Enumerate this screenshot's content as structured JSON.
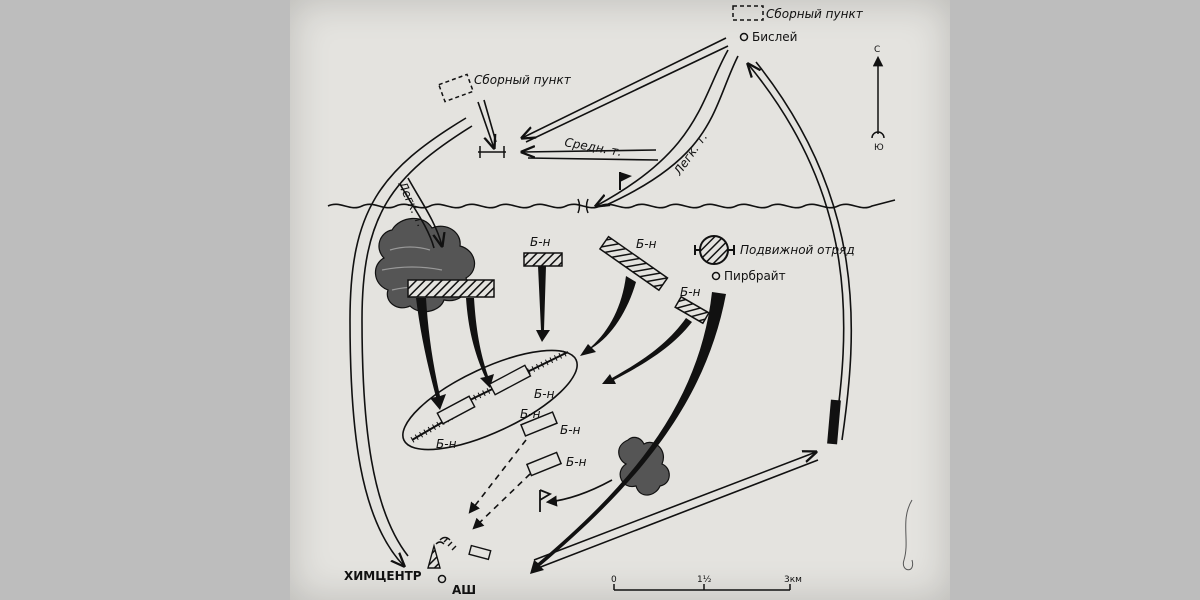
{
  "labels": {
    "rally_point_top": "Сборный пункт",
    "rally_point_left": "Сборный пункт",
    "bisley": "Бислей",
    "medium_tanks": "Средн. т.",
    "light_tanks_right": "Легк. т.",
    "light_tanks_left": "Легк. т.",
    "mobile_detachment": "Подвижной отряд",
    "pirbright": "Пирбрайт",
    "battalion_1": "Б-н",
    "battalion_2": "Б-н",
    "battalion_3": "Б-н",
    "battalion_4": "Б-н",
    "battalion_5": "Б-н",
    "battalion_6": "Б-н",
    "battalion_7": "Б-н",
    "battalion_8": "Б-н",
    "chem_center": "ХИМЦЕНТР",
    "hq": "АШ"
  },
  "compass": {
    "north": "С",
    "south": "Ю"
  },
  "scale": {
    "start": "0",
    "mid": "1½",
    "end": "3км"
  },
  "colors": {
    "ink": "#111111",
    "paper": "#e4e3df",
    "background": "#bdbdbd"
  }
}
